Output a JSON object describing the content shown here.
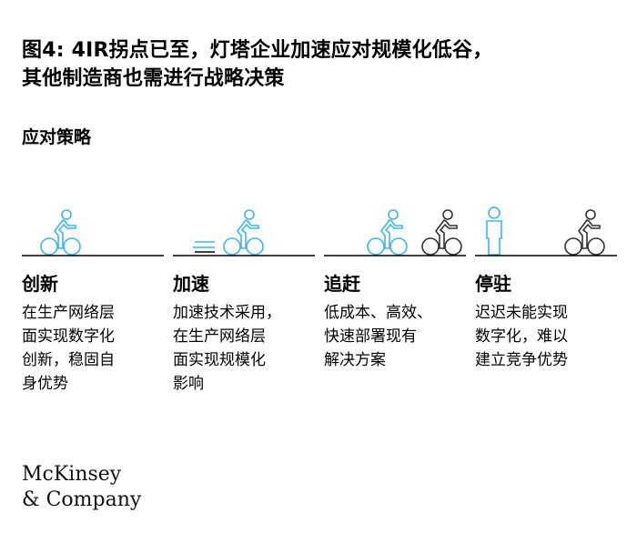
{
  "title_line1": "图4: 4IR拐点已至，灯塔企业加速应对规模化低谷，",
  "title_line2": "其他制造商也需进行战略决策",
  "subtitle": "应对策略",
  "colors": {
    "accent": "#3EB5F1",
    "dark": "#333333"
  },
  "strategies": [
    {
      "icon": "cyclist-icon",
      "heading": "创新",
      "lines": [
        "在生产网络层",
        "面实现数字化",
        "创新，稳固自",
        "身优势"
      ]
    },
    {
      "icon": "speeding-cyclist-icon",
      "heading": "加速",
      "lines": [
        "加速技术采用，",
        "在生产网络层",
        "面实现规模化",
        "影响"
      ]
    },
    {
      "icon": "chasing-cyclists-icon",
      "heading": "追赶",
      "lines": [
        "低成本、高效、",
        "快速部署现有",
        "解决方案"
      ]
    },
    {
      "icon": "standing-person-icon",
      "heading": "停驻",
      "lines": [
        "迟迟未能实现",
        "数字化，难以",
        "建立竞争优势"
      ]
    }
  ],
  "logo": {
    "line1": "McKinsey",
    "line2": "& Company"
  }
}
